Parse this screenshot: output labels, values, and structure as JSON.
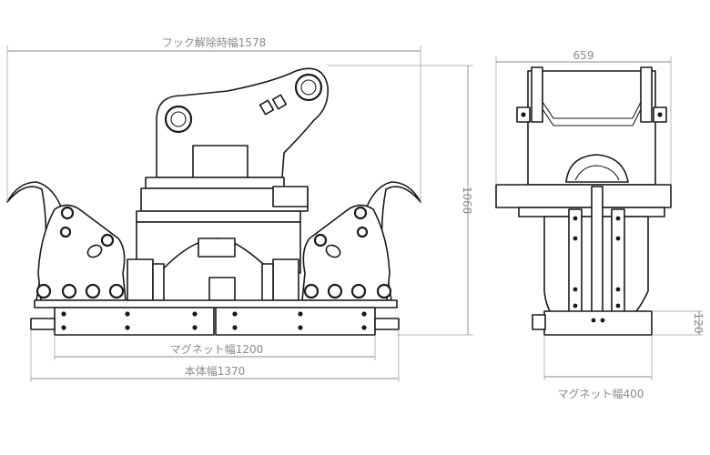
{
  "front_view": {
    "dim_hook_open_width": "フック解除時幅1578",
    "dim_height": "1068",
    "dim_magnet_width": "マグネット幅1200",
    "dim_body_width": "本体幅1370"
  },
  "side_view": {
    "dim_width": "659",
    "dim_magnet_height": "120",
    "dim_magnet_width": "マグネット幅400"
  }
}
